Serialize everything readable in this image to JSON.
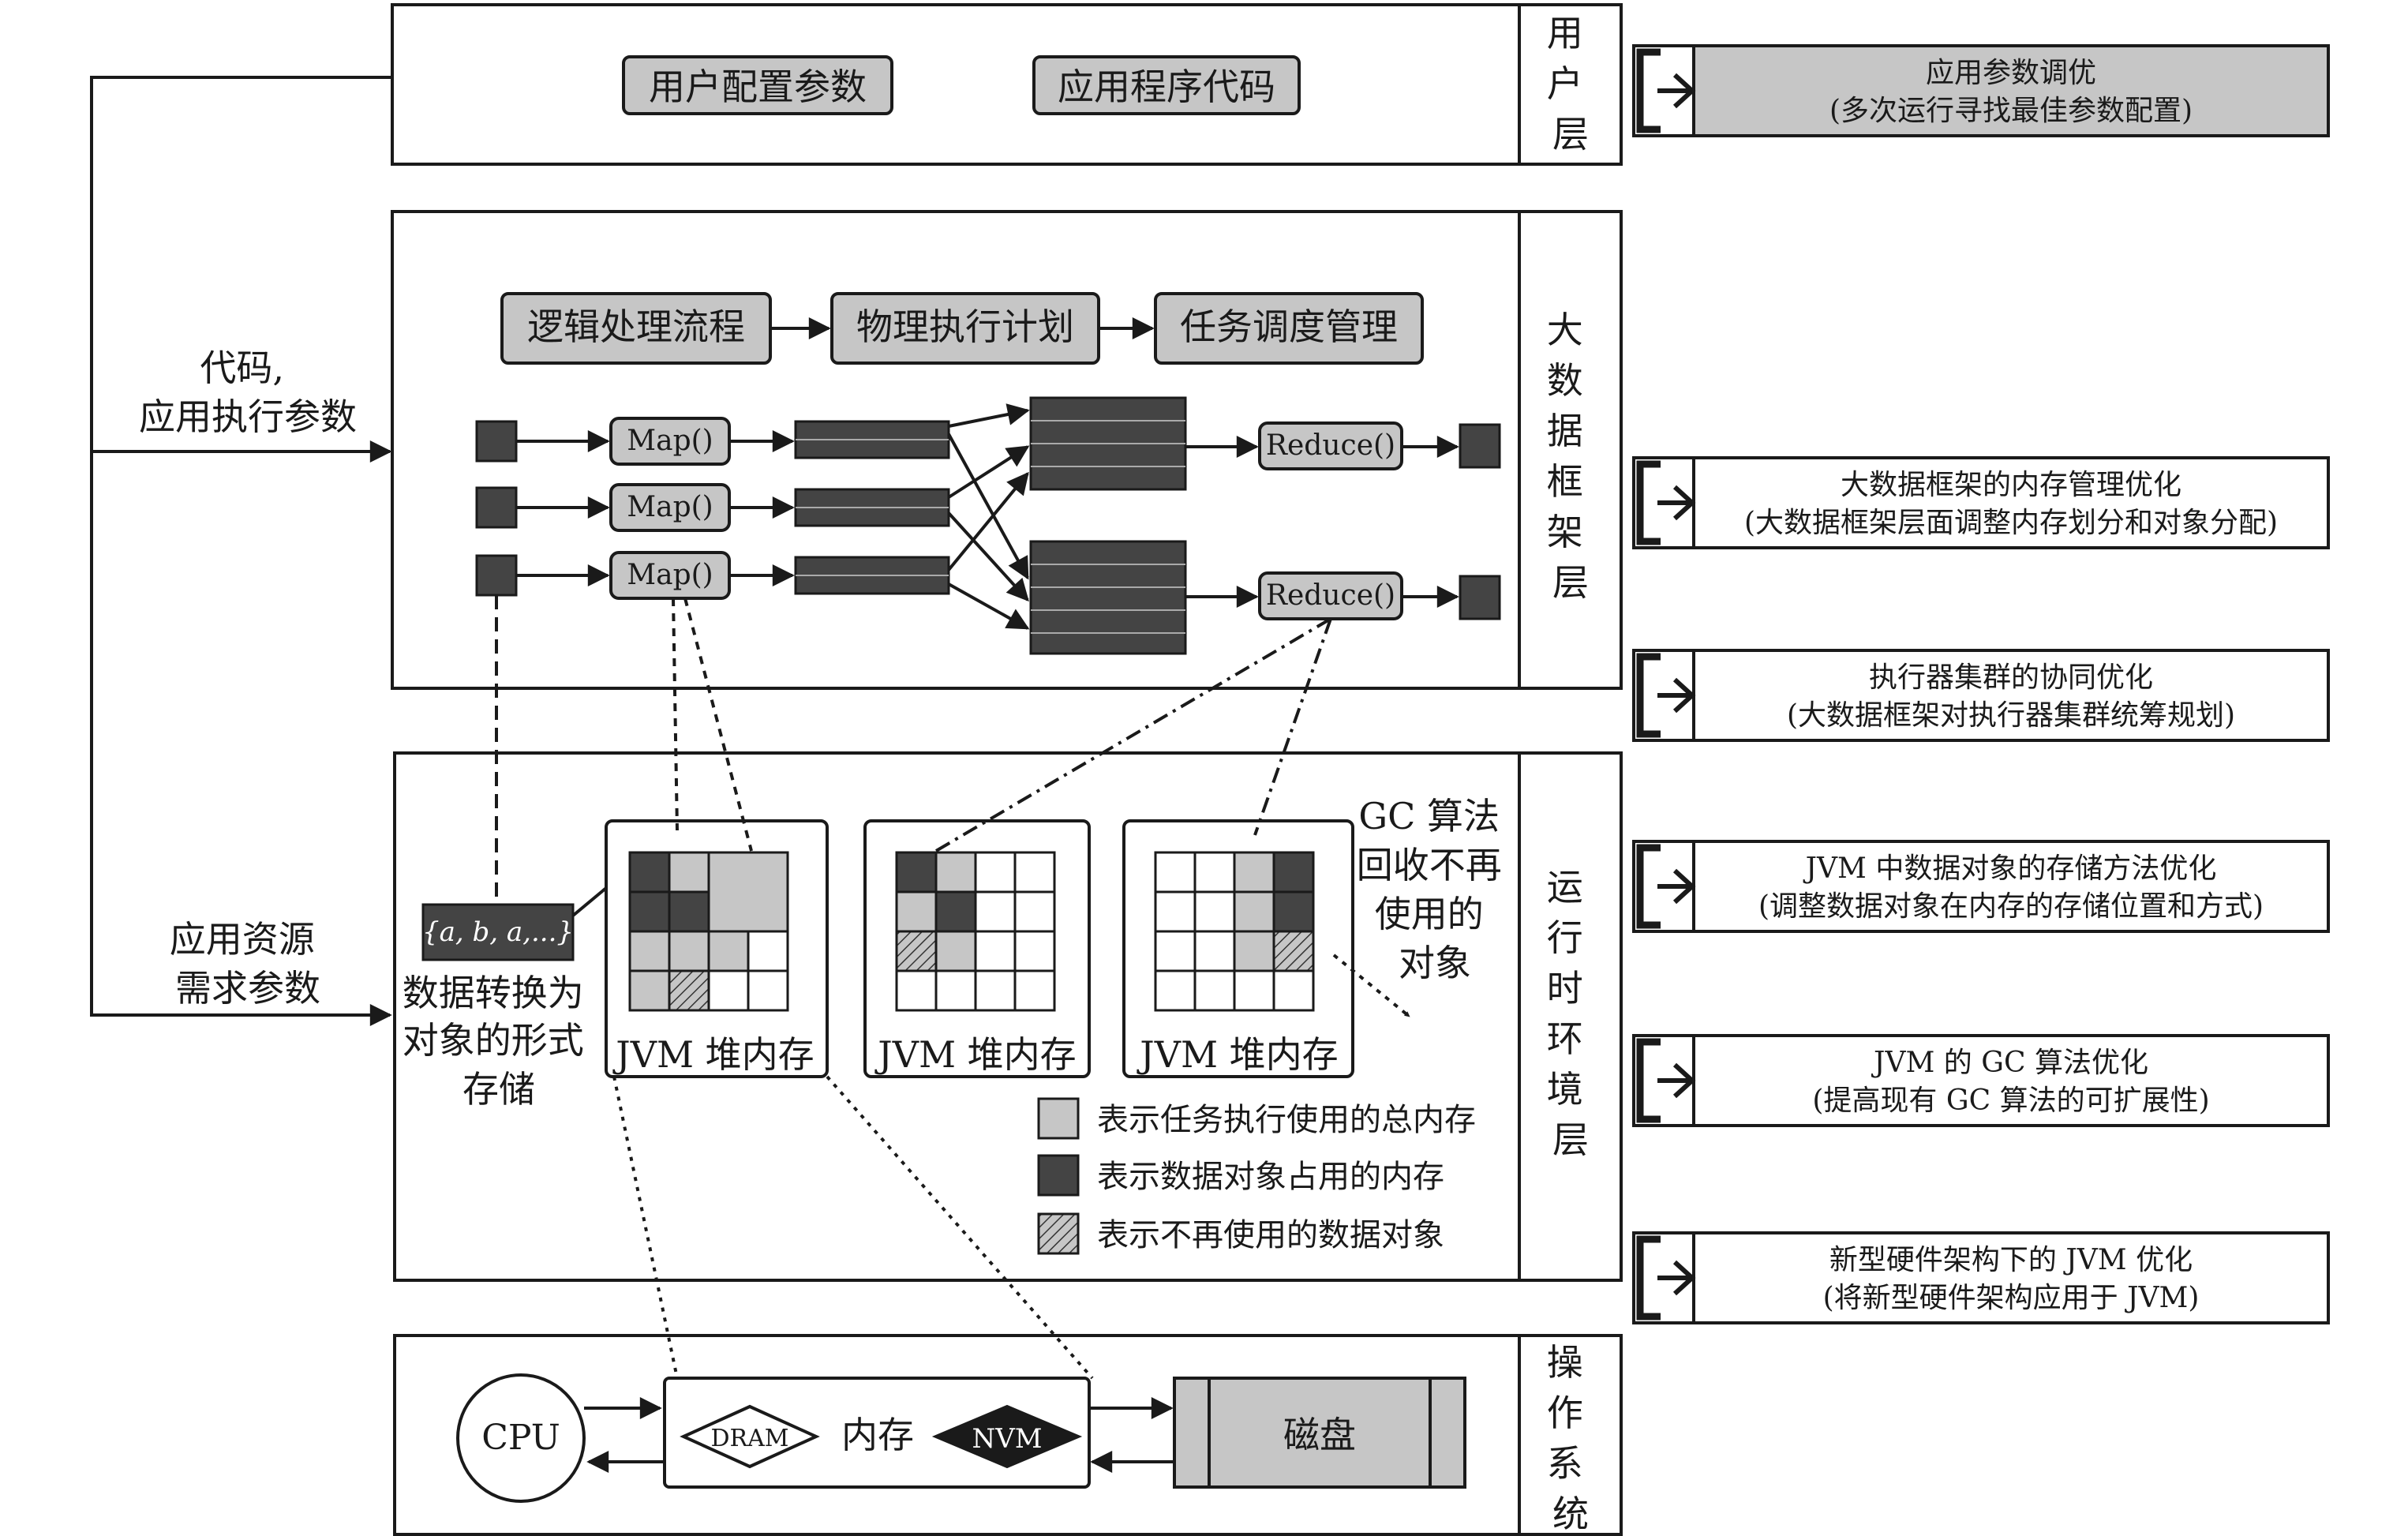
{
  "layers": {
    "user": {
      "name": [
        "用",
        "户",
        "层"
      ],
      "box1": "用户配置参数",
      "box2": "应用程序代码"
    },
    "framework": {
      "name": [
        "大",
        "数",
        "据",
        "框",
        "架",
        "层"
      ],
      "flow1": "逻辑处理流程",
      "flow2": "物理执行计划",
      "flow3": "任务调度管理",
      "map": "Map()",
      "reduce": "Reduce()"
    },
    "runtime": {
      "name": [
        "运",
        "行",
        "时",
        "环",
        "境",
        "层"
      ],
      "set_label": "{a, b, a,...}",
      "convert": [
        "数据转换为",
        "对象的形式",
        "存储"
      ],
      "heap": "JVM 堆内存",
      "gc": [
        "GC 算法",
        "回收不再",
        "使用的",
        "对象"
      ]
    },
    "os": {
      "name": [
        "操",
        "作",
        "系",
        "统"
      ],
      "cpu": "CPU",
      "dram": "DRAM",
      "memory": "内存",
      "nvm": "NVM",
      "disk": "磁盘"
    }
  },
  "inputs": {
    "code": [
      "代码,",
      "应用执行参数"
    ],
    "resource": [
      "应用资源",
      "需求参数"
    ]
  },
  "legend": [
    {
      "label": "表示任务执行使用的总内存",
      "fill": "#c6c6c6"
    },
    {
      "label": "表示数据对象占用的内存",
      "fill": "#444444"
    },
    {
      "label": "表示不再使用的数据对象",
      "fill": "hatch"
    }
  ],
  "optimizations": [
    {
      "title": "应用参数调优",
      "subtitle": "(多次运行寻找最佳参数配置)",
      "highlight": true
    },
    {
      "title": "大数据框架的内存管理优化",
      "subtitle": "(大数据框架层面调整内存划分和对象分配)",
      "highlight": false
    },
    {
      "title": "执行器集群的协同优化",
      "subtitle": "(大数据框架对执行器集群统筹规划)",
      "highlight": false
    },
    {
      "title": "JVM 中数据对象的存储方法优化",
      "subtitle": "(调整数据对象在内存的存储位置和方式)",
      "highlight": false
    },
    {
      "title": "JVM 的 GC 算法优化",
      "subtitle": "(提高现有 GC 算法的可扩展性)",
      "highlight": false
    },
    {
      "title": "新型硬件架构下的 JVM 优化",
      "subtitle": "(将新型硬件架构应用于 JVM)",
      "highlight": false
    }
  ],
  "colors": {
    "light_gray": "#c6c6c6",
    "dark_gray": "#444444",
    "line": "#1a1a1a",
    "white": "#ffffff"
  }
}
